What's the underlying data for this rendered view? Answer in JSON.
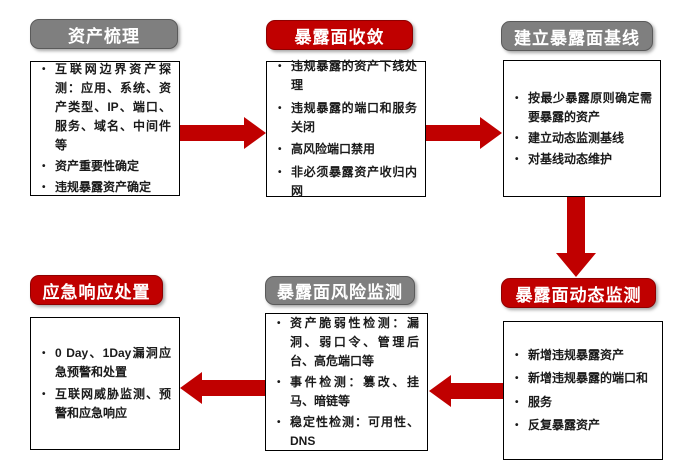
{
  "colors": {
    "accent_red": "#C00000",
    "header_gray": "#7F7F7F",
    "body_text": "#1A1A1A",
    "box_border": "#000000",
    "background": "#FFFFFF"
  },
  "diagram": {
    "steps": [
      {
        "id": "asset-sorting",
        "title": "资产梳理",
        "header_color": "gray",
        "bullets": [
          "互联网边界资产探测：应用、系统、资产类型、IP、端口、服务、域名、中间件等",
          "资产重要性确定",
          "违规暴露资产确定"
        ]
      },
      {
        "id": "exposure-convergence",
        "title": "暴露面收敛",
        "header_color": "red",
        "bullets": [
          "违规暴露的资产下线处理",
          "违规暴露的端口和服务关闭",
          "高风险端口禁用",
          "非必须暴露资产收归内网"
        ]
      },
      {
        "id": "establish-exposure-baseline",
        "title": "建立暴露面基线",
        "header_color": "gray",
        "bullets": [
          "按最少暴露原则确定需要暴露的资产",
          "建立动态监测基线",
          "对基线动态维护"
        ]
      },
      {
        "id": "exposure-dynamic-monitoring",
        "title": "暴露面动态监测",
        "header_color": "red",
        "bullets": [
          "新增违规暴露资产",
          "新增违规暴露的端口和",
          "服务",
          "反复暴露资产"
        ]
      },
      {
        "id": "exposure-risk-monitoring",
        "title": "暴露面风险监测",
        "header_color": "gray",
        "bullets": [
          "资产脆弱性检测：漏洞、弱口令、管理后台、高危端口等",
          "事件检测：篡改、挂马、暗链等",
          "稳定性检测：可用性、DNS"
        ]
      },
      {
        "id": "emergency-response",
        "title": "应急响应处置",
        "header_color": "red",
        "bullets": [
          "0 Day、1Day漏洞应急预警和处置",
          "互联网威胁监测、预警和应急响应"
        ]
      }
    ]
  }
}
